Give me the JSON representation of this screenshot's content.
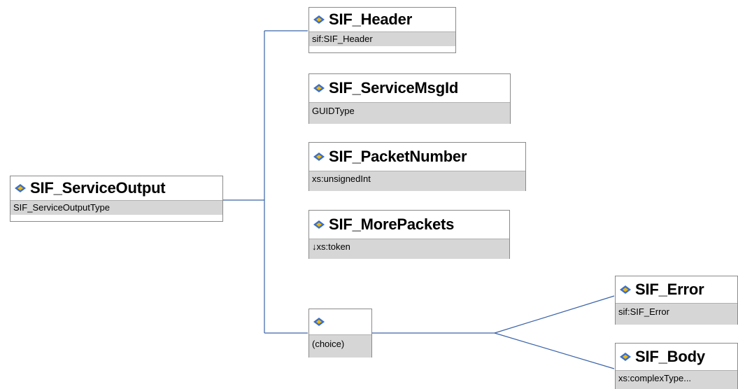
{
  "diagram": {
    "root": {
      "name": "SIF_ServiceOutput",
      "type": "SIF_ServiceOutputType"
    },
    "children": [
      {
        "name": "SIF_Header",
        "type": "sif:SIF_Header"
      },
      {
        "name": "SIF_ServiceMsgId",
        "type": "GUIDType"
      },
      {
        "name": "SIF_PacketNumber",
        "type": "xs:unsignedInt"
      },
      {
        "name": "SIF_MorePackets",
        "type": "↓xs:token"
      }
    ],
    "choice": {
      "label": "(choice)"
    },
    "choice_children": [
      {
        "name": "SIF_Error",
        "type": "sif:SIF_Error"
      },
      {
        "name": "SIF_Body",
        "type": "xs:complexType..."
      }
    ]
  },
  "icon": "element-icon",
  "colors": {
    "connector": "#3a63a8",
    "type_band": "#d6d6d6",
    "border": "#8a8a8a"
  }
}
